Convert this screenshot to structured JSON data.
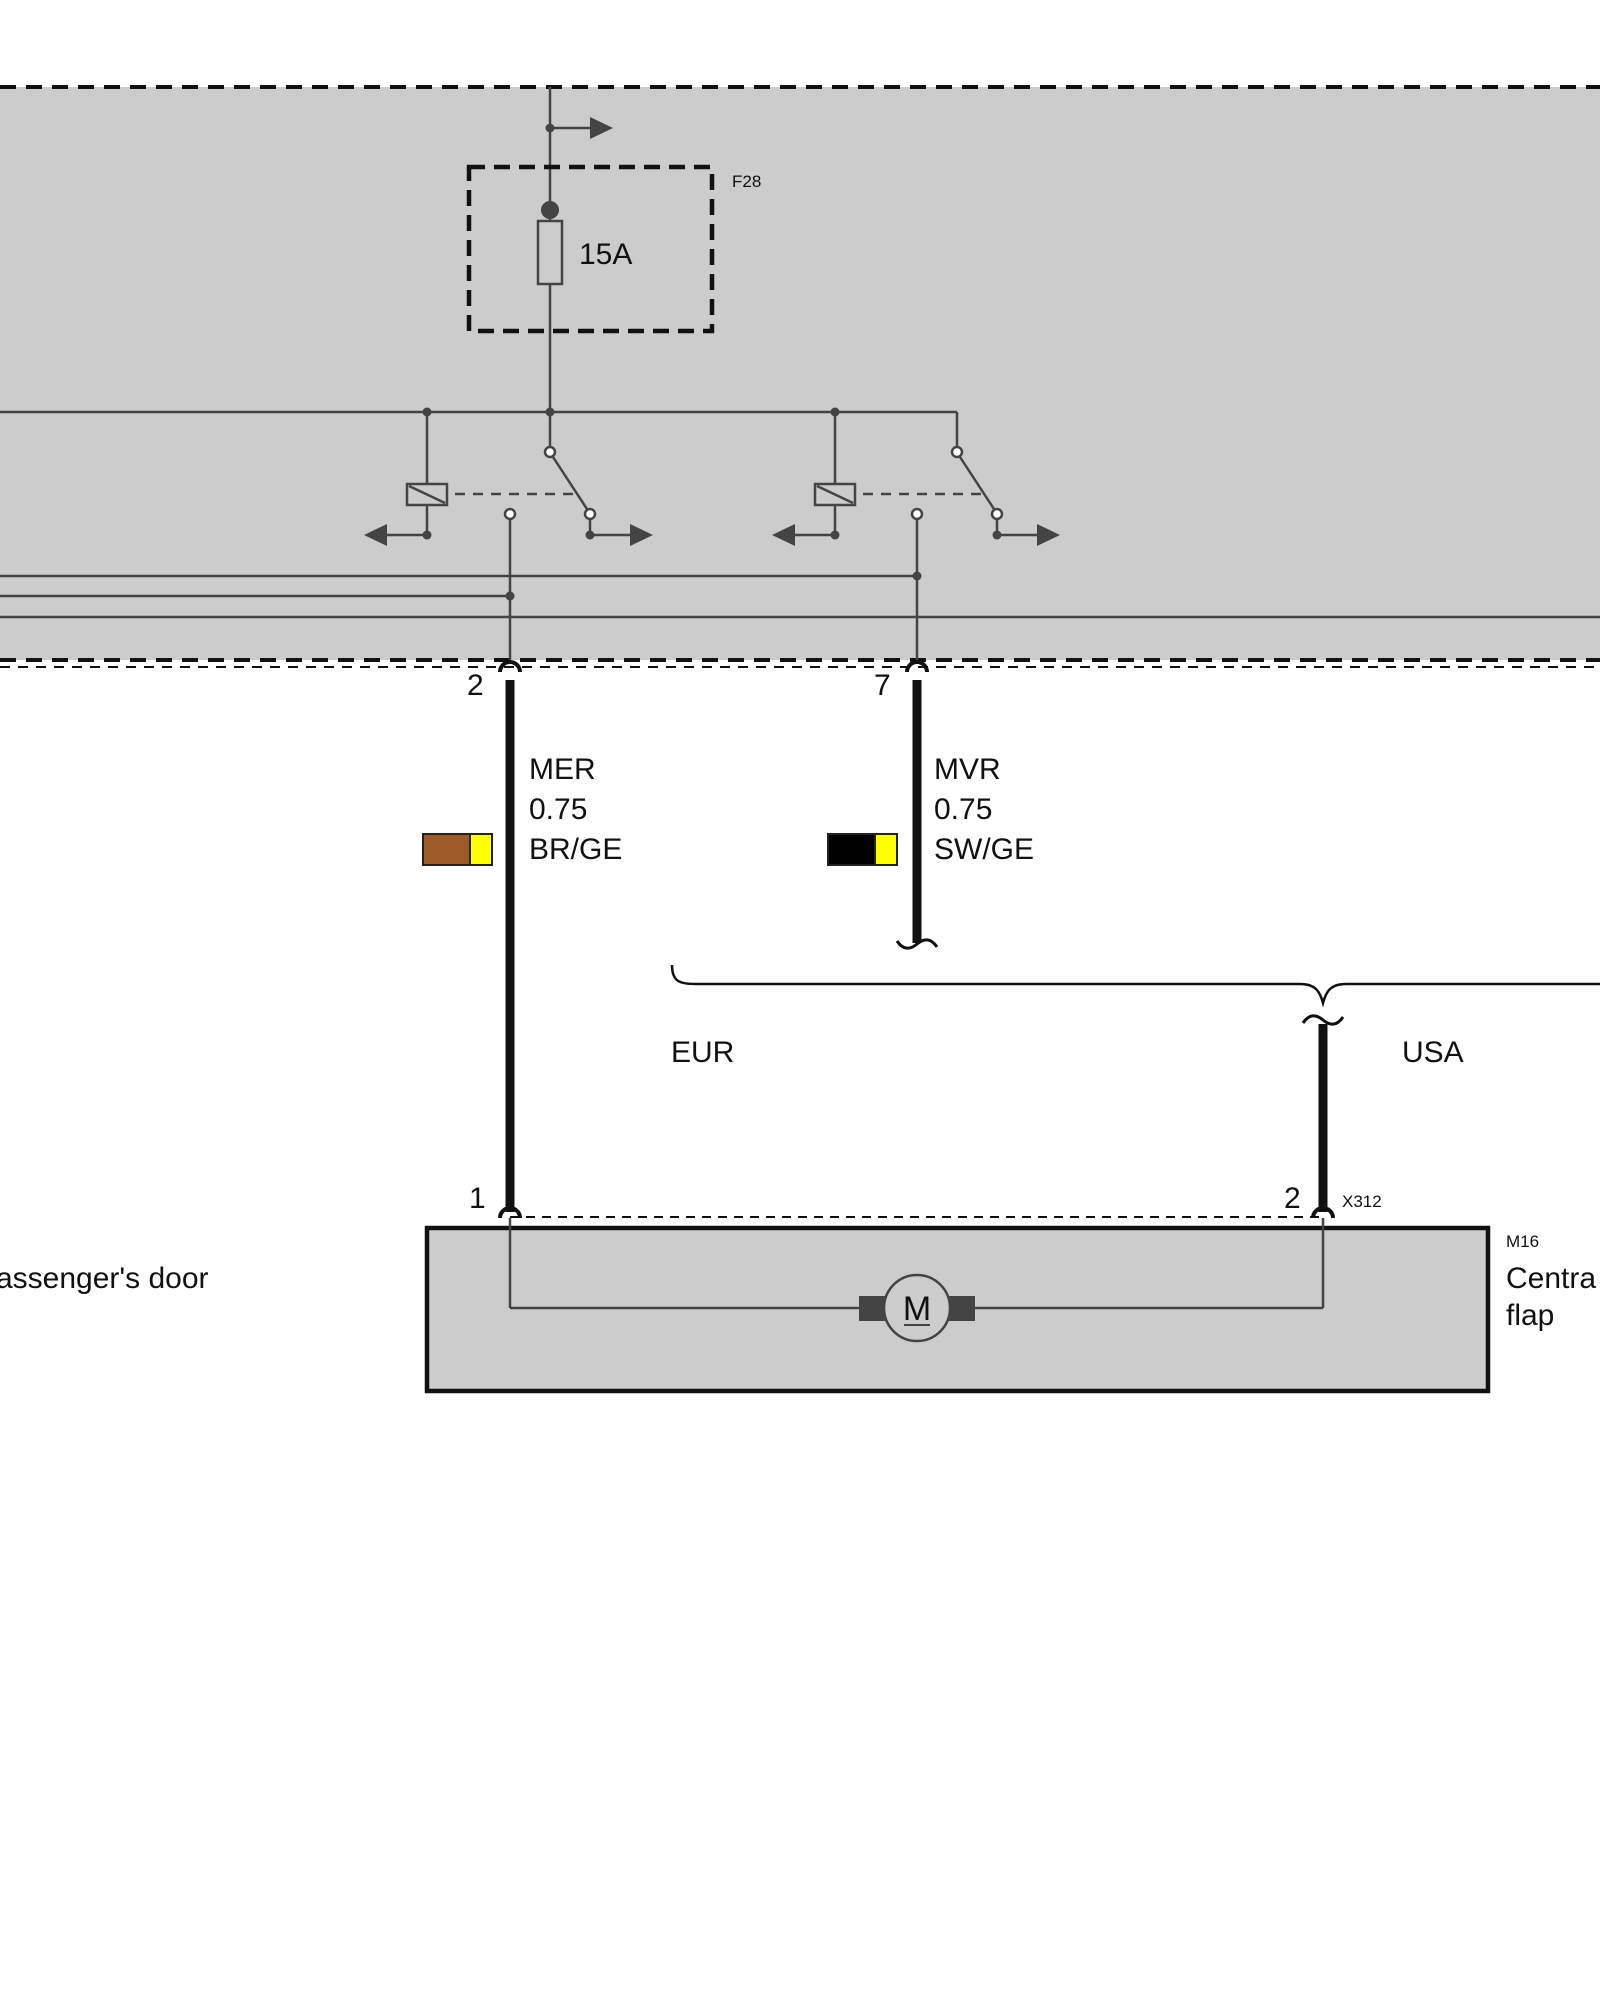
{
  "fuse": {
    "ref": "F28",
    "rating": "15A"
  },
  "wires": [
    {
      "pin_top": "2",
      "pin_bottom": "1",
      "name": "MER",
      "gauge": "0.75",
      "code": "BR/GE",
      "colors": [
        "#9c5a28",
        "#ffff00"
      ]
    },
    {
      "pin_top": "7",
      "name": "MVR",
      "gauge": "0.75",
      "code": "SW/GE",
      "colors": [
        "#000000",
        "#ffff00"
      ]
    }
  ],
  "variants": {
    "left": "EUR",
    "right": "USA"
  },
  "usa_wire": {
    "pin": "2"
  },
  "connector": "X312",
  "component": {
    "ref": "M16",
    "line1": "Centra",
    "line2": "flap",
    "motor_symbol": "M"
  },
  "left_label": "assenger's door",
  "colors": {
    "control_unit_fill": "#cccccc",
    "component_fill": "#cccccc",
    "line": "#444444",
    "wire": "#111111"
  }
}
